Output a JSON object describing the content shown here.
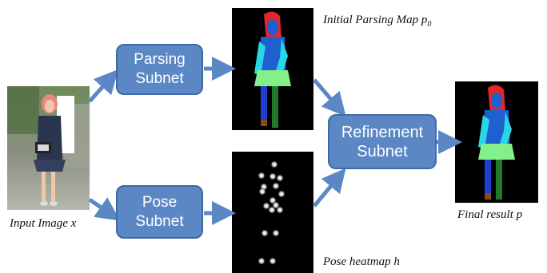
{
  "boxes": {
    "parsing": {
      "line1": "Parsing",
      "line2": "Subnet"
    },
    "pose": {
      "line1": "Pose",
      "line2": "Subnet"
    },
    "refinement": {
      "line1": "Refinement",
      "line2": "Subnet"
    }
  },
  "labels": {
    "input": "Input Image x",
    "parsing_map": "Initial Parsing Map p",
    "parsing_map_sub": "0",
    "pose_heatmap": "Pose heatmap h",
    "final": "Final result p"
  },
  "colors": {
    "box_fill": "#5b87c5",
    "arrow": "#5b87c5",
    "head": "#e3262a",
    "torso": "#1f5fd0",
    "arm": "#27d7e8",
    "skirt": "#84f08a",
    "leg_left": "#1f3fd0",
    "leg_right": "#1f7a2a",
    "shoe": "#8a4a1a"
  }
}
